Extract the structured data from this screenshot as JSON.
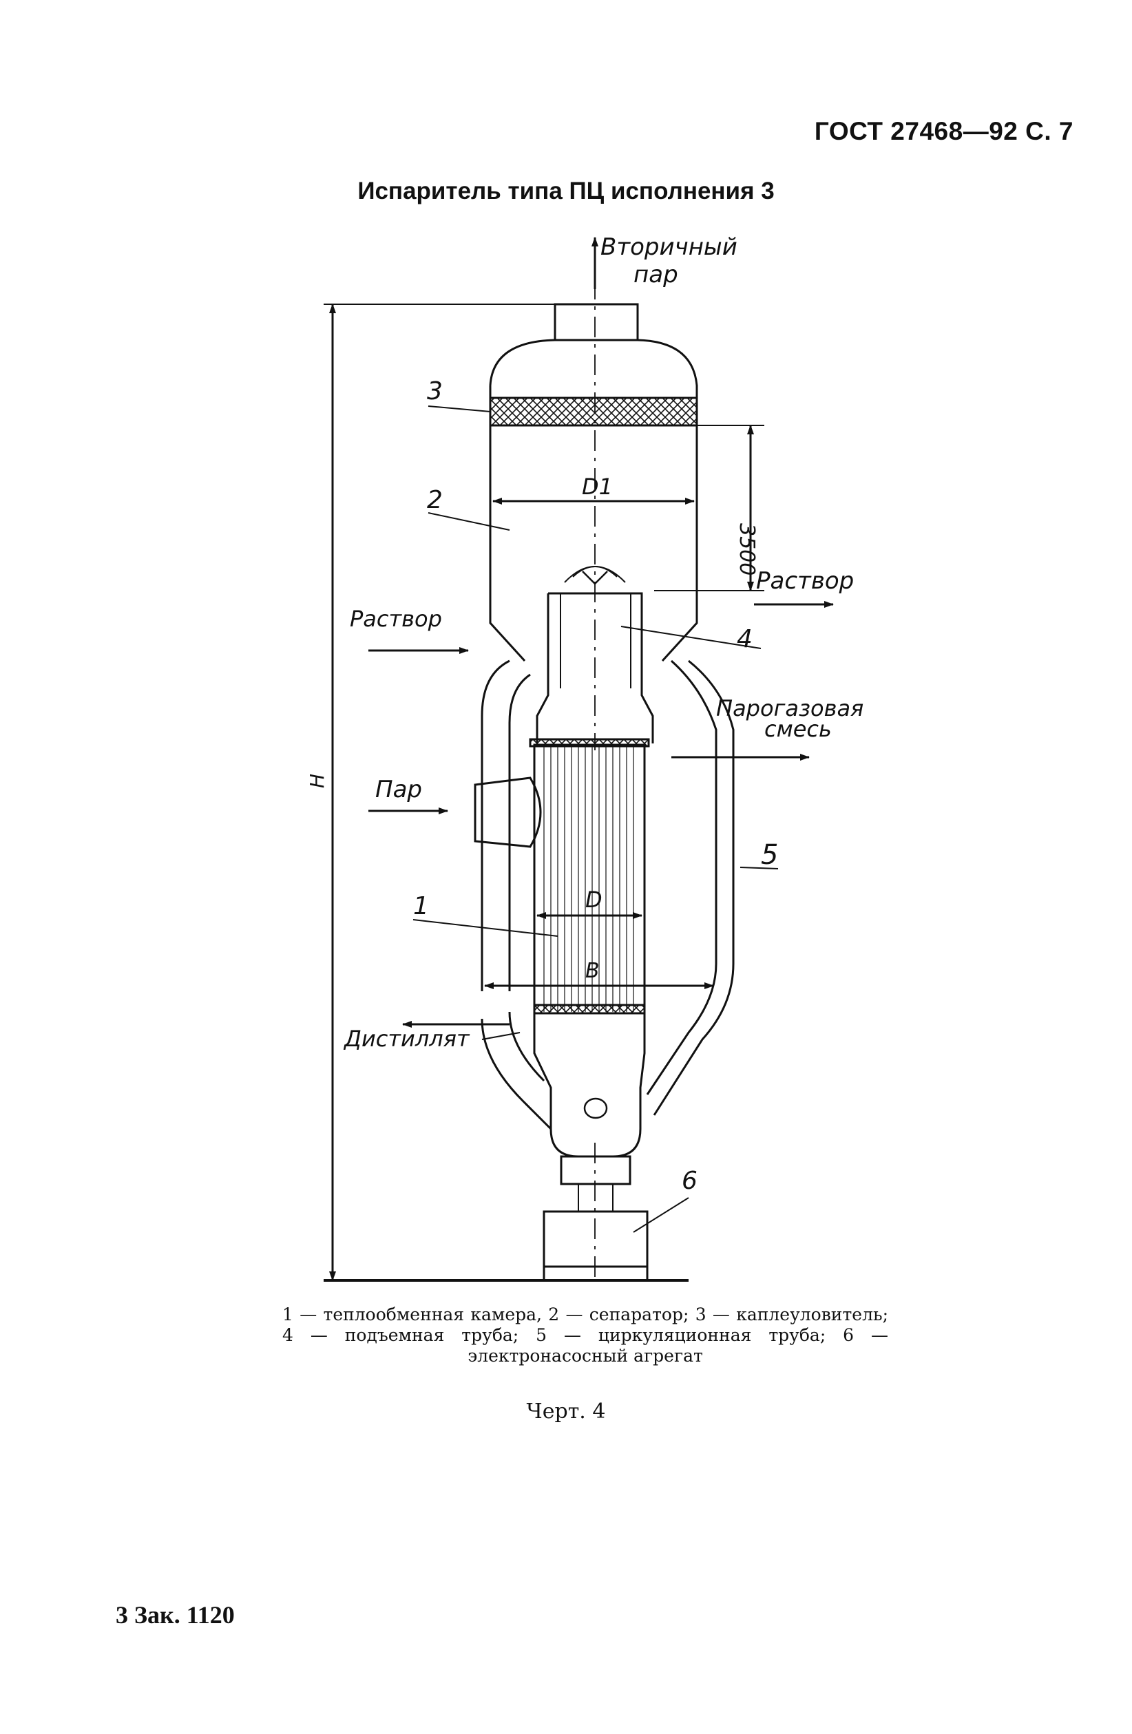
{
  "header": {
    "doc_ref": "ГОСТ 27468—92 С. 7"
  },
  "title": "Испаритель типа ПЦ исполнения 3",
  "drawing": {
    "labels": {
      "secondary_steam_1": "Вторичный",
      "secondary_steam_2": "пар",
      "solution_left": "Раствор",
      "solution_right": "Раствор",
      "steam": "Пар",
      "gas_mix_1": "Парогазовая",
      "gas_mix_2": "смесь",
      "distillate": "Дистиллят",
      "dim_d1": "D1",
      "dim_d": "D",
      "dim_b": "B",
      "dim_h": "H",
      "dim_3500": "3500",
      "n1": "1",
      "n2": "2",
      "n3": "3",
      "n4": "4",
      "n5": "5",
      "n6": "6"
    }
  },
  "legend": "1 — теплообменная камера, 2 — сепаратор; 3 — каплеуловитель; 4 — подъемная труба; 5 — циркуляционная труба; 6 — электронасосный агрегат",
  "figure_caption": "Черт. 4",
  "footer": "3 Зак. 1120"
}
